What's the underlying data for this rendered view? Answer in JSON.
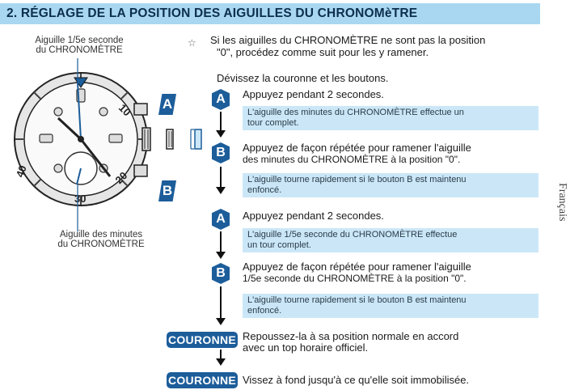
{
  "title": "2. RÉGLAGE DE LA POSITION DES AIGUILLES DU CHRONOMèTRE",
  "watch": {
    "label_top_line1": "Aiguille 1/5e seconde",
    "label_top_line2": "du CHRONOMÈTRE",
    "label_bottom_line1": "Aiguille des minutes",
    "label_bottom_line2": "du CHRONOMÈTRE",
    "button_a": "A",
    "button_b": "B",
    "bezel_numbers": [
      "10",
      "20",
      "30",
      "40"
    ]
  },
  "intro": {
    "line1": "Si les aiguilles du CHRONOMÈTRE ne sont pas   la position",
    "line2": "\"0\", procédez comme suit pour les y ramener."
  },
  "loosen": "Dévissez la couronne et les boutons.",
  "steps": [
    {
      "badge": "A",
      "line1": "Appuyez pendant 2 secondes.",
      "line2": "",
      "note1": "L'aiguille des minutes du CHRONOMÈTRE effectue un",
      "note2": "tour complet."
    },
    {
      "badge": "B",
      "line1": "Appuyez de façon répétée pour ramener l'aiguille",
      "line2": "des minutes du CHRONOMÈTRE à la position \"0\".",
      "note1": "L'aiguille tourne rapidement si le bouton B est maintenu",
      "note2": "enfoncé."
    },
    {
      "badge": "A",
      "line1": "Appuyez pendant 2 secondes.",
      "line2": "",
      "note1": "L'aiguille 1/5e seconde du CHRONOMÈTRE effectue",
      "note2": "un tour complet."
    },
    {
      "badge": "B",
      "line1": "Appuyez de façon répétée pour ramener l'aiguille",
      "line2": "1/5e seconde du CHRONOMÈTRE à la position \"0\".",
      "note1": "L'aiguille tourne rapidement si le bouton B est maintenu",
      "note2": "enfoncé."
    }
  ],
  "crown": {
    "label": "COURONNE",
    "step1_line1": "Repoussez-la   à   sa   position   normale   en   accord",
    "step1_line2": "avec un top horaire officiel.",
    "step2": "Vissez à fond jusqu'à ce qu'elle soit immobilisée."
  },
  "language": "Français",
  "colors": {
    "accent": "#1c5d9a",
    "title_bg": "#a9d7f1",
    "note_bg": "#cbe7f7"
  }
}
